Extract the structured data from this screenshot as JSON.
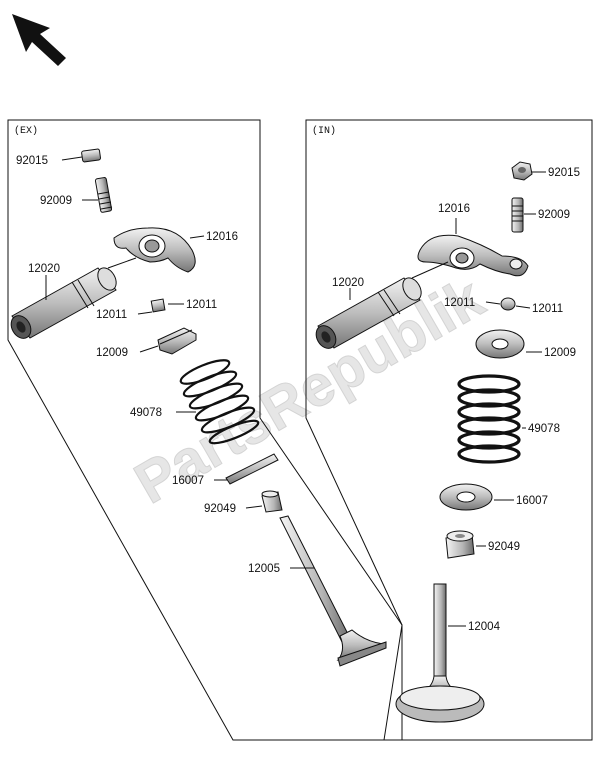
{
  "watermark": "PartsRepublik",
  "sections": {
    "ex": {
      "label": "(EX)",
      "parts": {
        "p92015": "92015",
        "p92009": "92009",
        "p12016": "12016",
        "p12020": "12020",
        "p12011a": "12011",
        "p12011b": "12011",
        "p12009": "12009",
        "p49078": "49078",
        "p16007": "16007",
        "p92049": "92049",
        "p12005": "12005"
      }
    },
    "in": {
      "label": "(IN)",
      "parts": {
        "p92015": "92015",
        "p12016": "12016",
        "p92009": "92009",
        "p12020": "12020",
        "p12011a": "12011",
        "p12011b": "12011",
        "p12009": "12009",
        "p49078": "49078",
        "p16007": "16007",
        "p92049": "92049",
        "p12004": "12004"
      }
    }
  },
  "colors": {
    "line": "#111111",
    "part_fill": "#d8d8d8",
    "part_dark": "#8c8c8c",
    "watermark": "#e6e6e6"
  },
  "icons": {
    "direction_arrow": "front-arrow-icon"
  }
}
